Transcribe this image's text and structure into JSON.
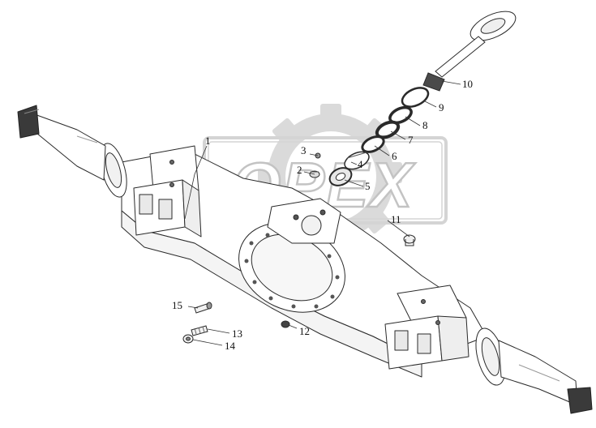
{
  "watermark": {
    "text": "OPEX",
    "color": "#c9c9c9"
  },
  "drawing": {
    "line_color": "#2a2a2a",
    "fill_color": "#ffffff",
    "shade_color": "#555555"
  },
  "callouts": [
    {
      "id": "1",
      "label": "1"
    },
    {
      "id": "2",
      "label": "2"
    },
    {
      "id": "3",
      "label": "3"
    },
    {
      "id": "4",
      "label": "4"
    },
    {
      "id": "5",
      "label": "5"
    },
    {
      "id": "6",
      "label": "6"
    },
    {
      "id": "7",
      "label": "7"
    },
    {
      "id": "8",
      "label": "8"
    },
    {
      "id": "9",
      "label": "9"
    },
    {
      "id": "10",
      "label": "10"
    },
    {
      "id": "11",
      "label": "11"
    },
    {
      "id": "12",
      "label": "12"
    },
    {
      "id": "13",
      "label": "13"
    },
    {
      "id": "14",
      "label": "14"
    },
    {
      "id": "15",
      "label": "15"
    }
  ]
}
